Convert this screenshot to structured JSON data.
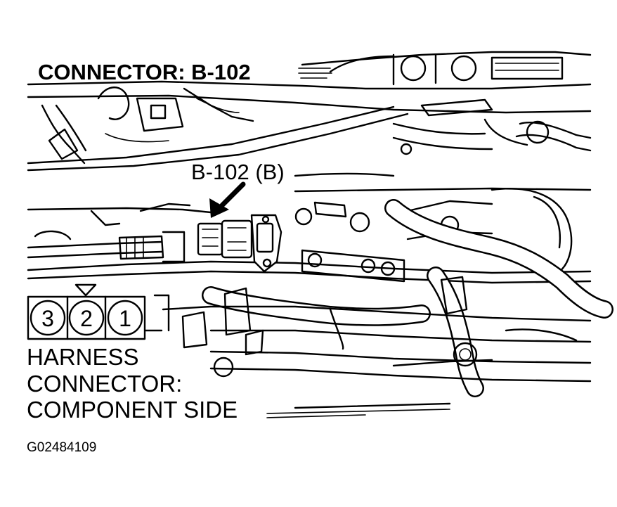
{
  "title": "CONNECTOR: B-102",
  "callout": "B-102 (B)",
  "pin_numbers": [
    "3",
    "2",
    "1"
  ],
  "harness_caption": [
    "HARNESS",
    "CONNECTOR:",
    "COMPONENT SIDE"
  ],
  "figure_id": "G02484109"
}
